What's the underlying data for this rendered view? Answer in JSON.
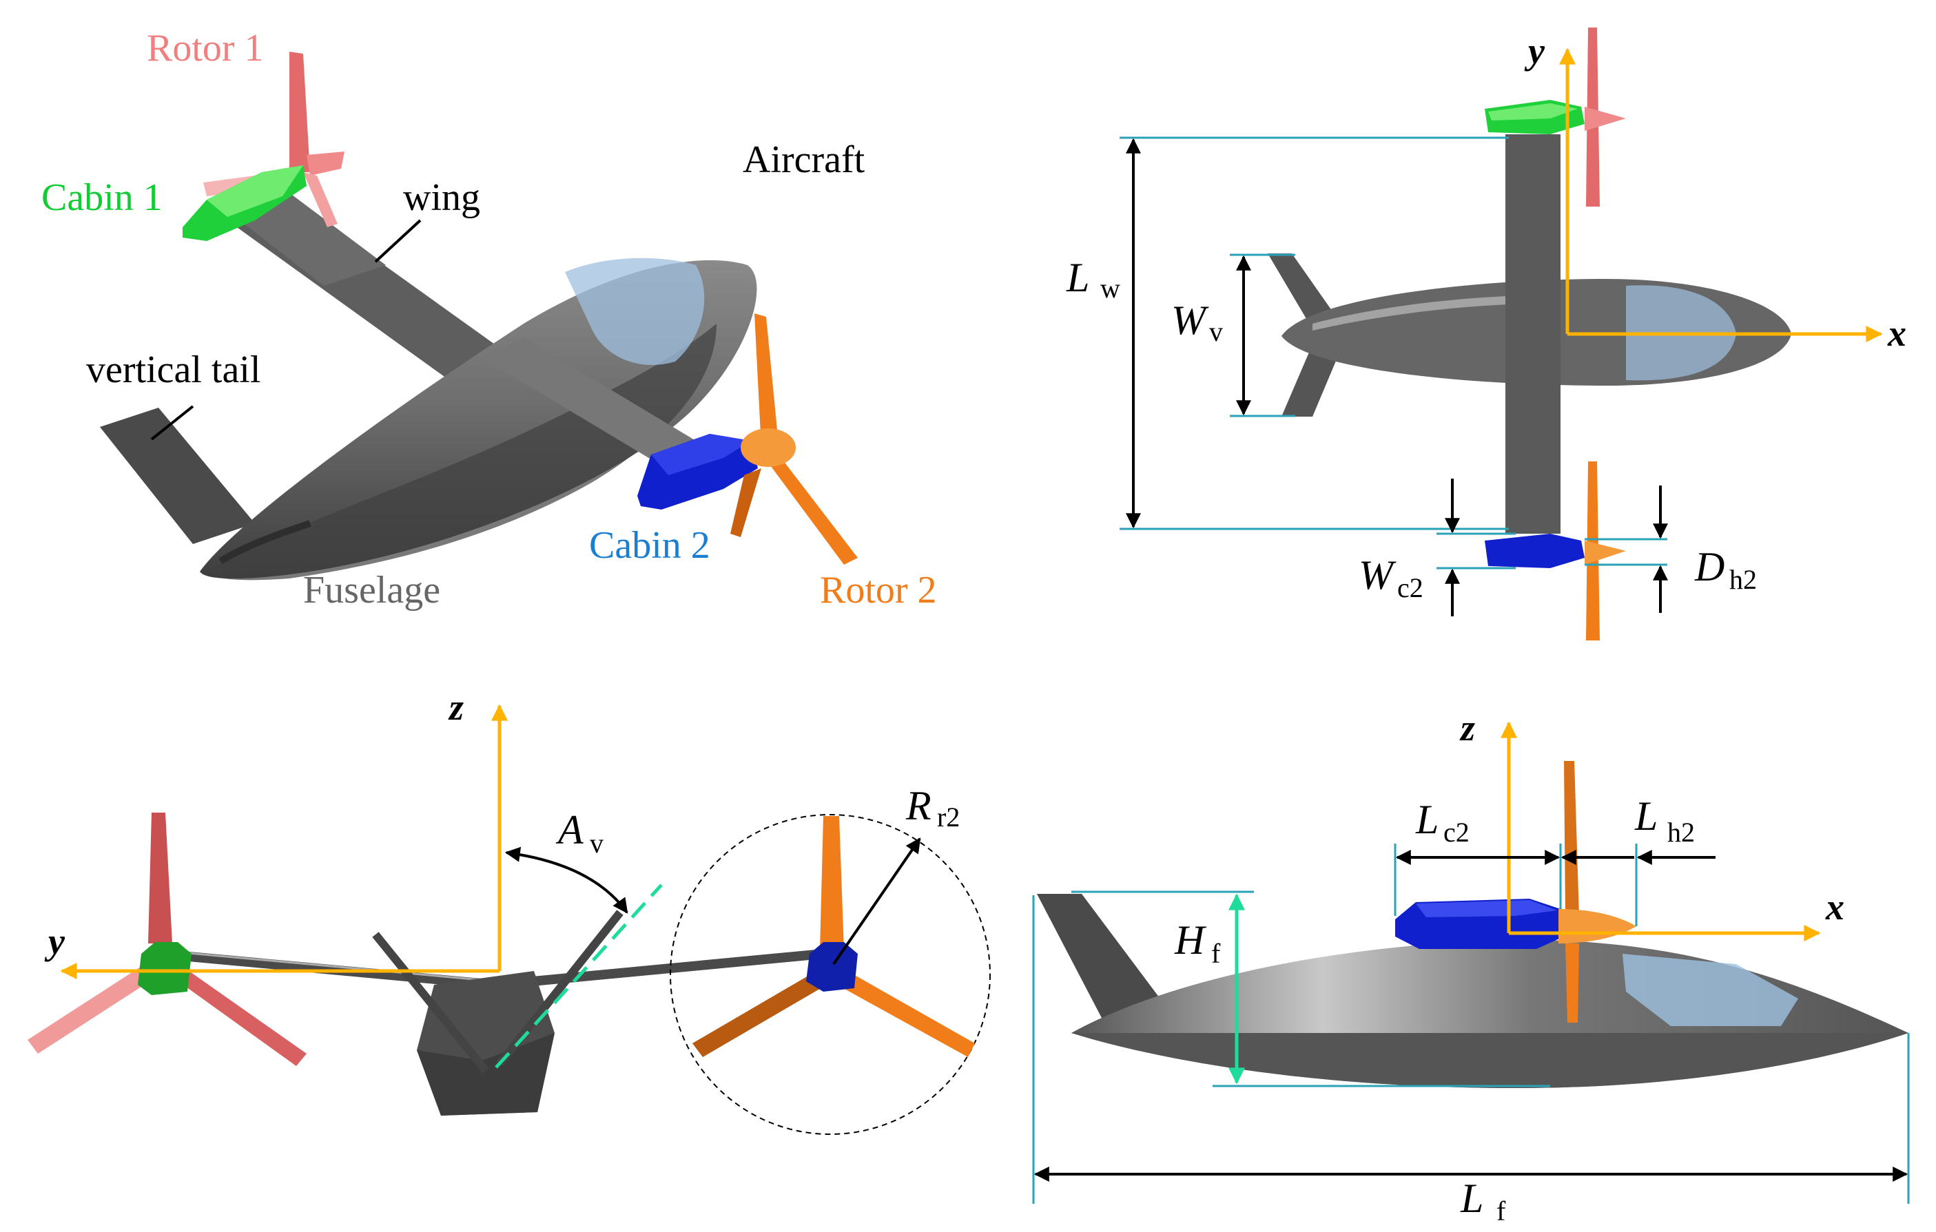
{
  "colors": {
    "rotor1": "#f07f7f",
    "cabin1": "#11cc33",
    "cabin2": "#1020cc",
    "rotor2": "#f07d1a",
    "fuselage": "#6a6a6a",
    "dimension": "#2aa2b8",
    "axis": "#ffb300",
    "height_arrow": "#1fdc9a",
    "canopy": "#9fc0e0"
  },
  "labels": {
    "rotor1": "Rotor 1",
    "cabin1": "Cabin 1",
    "wing": "wing",
    "aircraft": "Aircraft",
    "vertical_tail": "vertical tail",
    "fuselage": "Fuselage",
    "cabin2": "Cabin 2",
    "rotor2": "Rotor 2"
  },
  "axes": {
    "x": "x",
    "y": "y",
    "z": "z"
  },
  "dimensions": {
    "lw": {
      "main": "L",
      "sub": "w"
    },
    "wv": {
      "main": "W",
      "sub": "v"
    },
    "wc2": {
      "main": "W",
      "sub": "c2"
    },
    "dh2": {
      "main": "D",
      "sub": "h2"
    },
    "av": {
      "main": "A",
      "sub": "v"
    },
    "rr2": {
      "main": "R",
      "sub": "r2"
    },
    "lc2": {
      "main": "L",
      "sub": "c2"
    },
    "lh2": {
      "main": "L",
      "sub": "h2"
    },
    "hf": {
      "main": "H",
      "sub": "f"
    },
    "lf": {
      "main": "L",
      "sub": "f"
    }
  }
}
